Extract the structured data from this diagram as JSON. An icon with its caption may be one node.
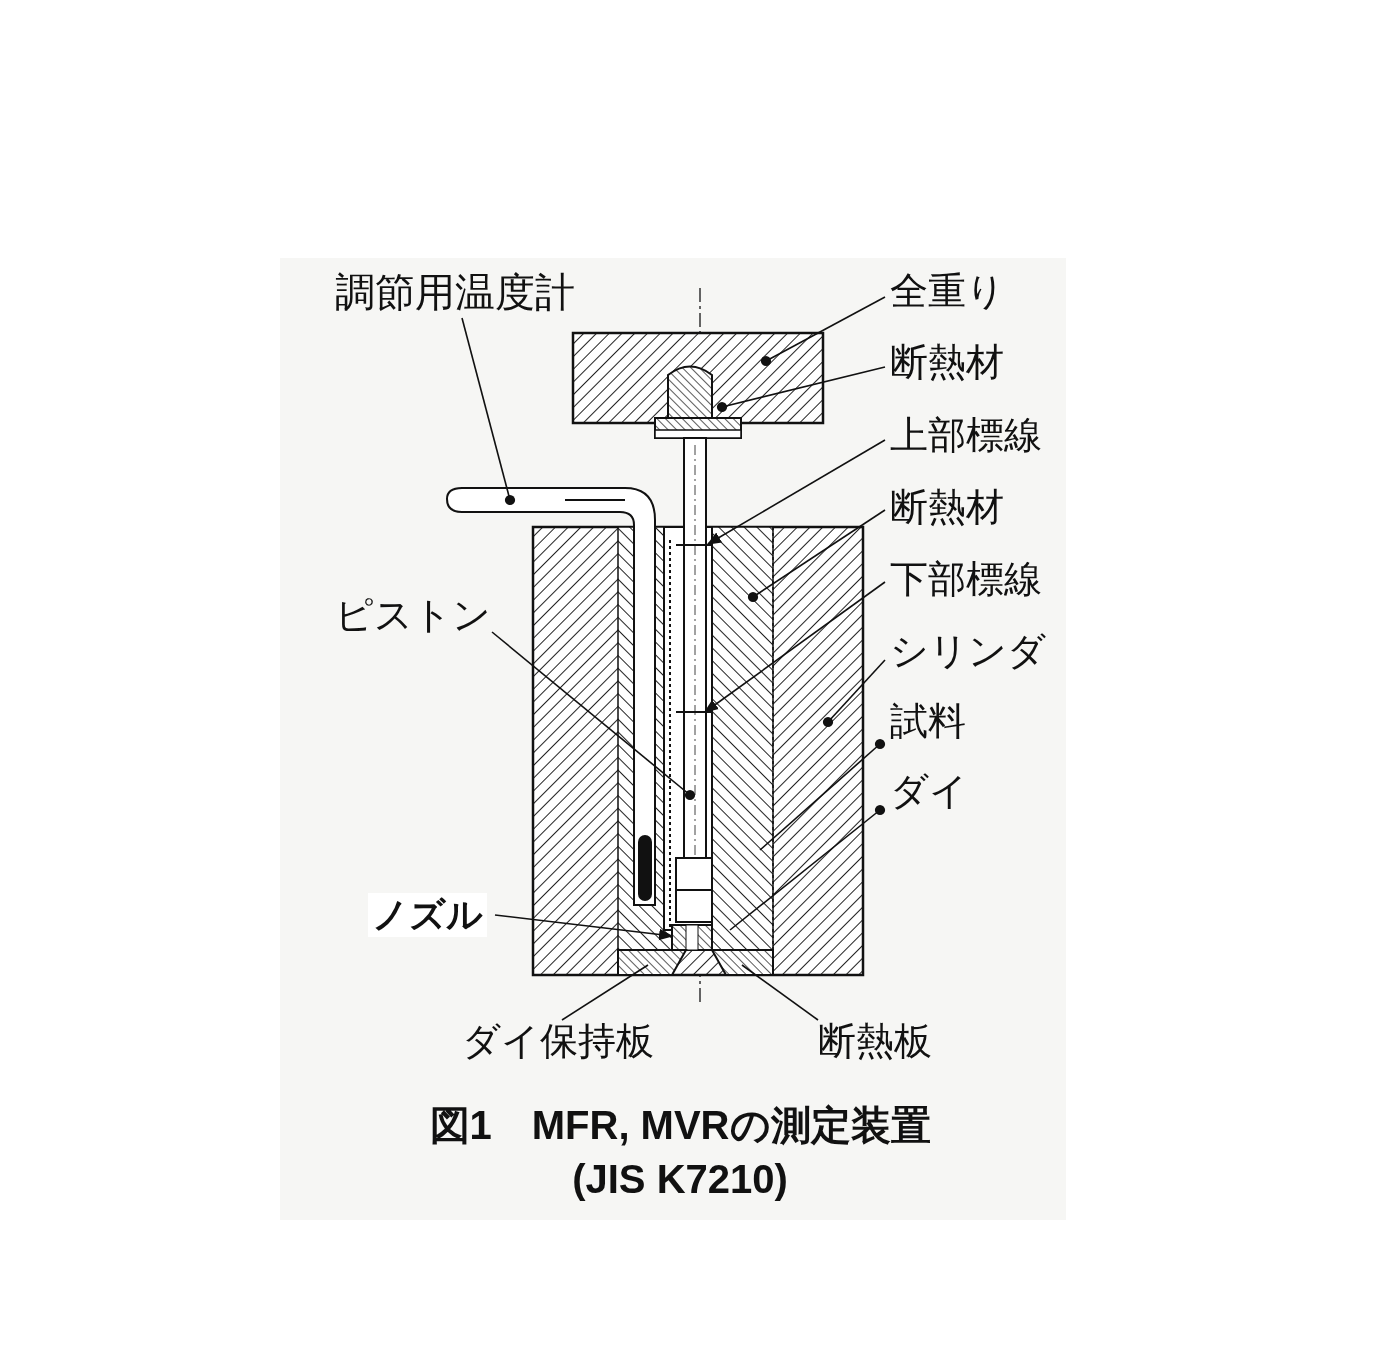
{
  "diagram": {
    "caption": "図1　MFR, MVRの測定装置 (JIS K7210)",
    "nodes": [
      {
        "text": [
          "調節用温度計"
        ]
      },
      {
        "text": [
          "全重り"
        ]
      },
      {
        "text": [
          "断熱材"
        ]
      },
      {
        "text": [
          "上部標線"
        ]
      },
      {
        "text": [
          "断熱材"
        ]
      },
      {
        "text": [
          "下部標線"
        ]
      },
      {
        "text": [
          "シリンダ"
        ]
      },
      {
        "text": [
          "試料"
        ]
      },
      {
        "text": [
          "ダイ"
        ]
      },
      {
        "text": [
          "ピストン"
        ]
      },
      {
        "text": [
          "ノズル"
        ]
      },
      {
        "text": [
          "ダイ保持板"
        ]
      },
      {
        "text": [
          "断熱板"
        ]
      }
    ],
    "edges": [
      {
        "from": 0,
        "to": null,
        "arrow": "other"
      },
      {
        "from": 1,
        "to": null,
        "arrow": "other"
      },
      {
        "from": 2,
        "to": null,
        "arrow": "other"
      },
      {
        "from": 3,
        "to": null,
        "arrow": "to"
      },
      {
        "from": 4,
        "to": null,
        "arrow": "other"
      },
      {
        "from": 5,
        "to": null,
        "arrow": "to"
      },
      {
        "from": 6,
        "to": null,
        "arrow": "other"
      },
      {
        "from": null,
        "to": 7,
        "arrow": "other"
      },
      {
        "from": null,
        "to": 8,
        "arrow": "other"
      },
      {
        "from": 9,
        "to": null,
        "arrow": "other"
      },
      {
        "from": 10,
        "to": null,
        "arrow": "to"
      },
      {
        "from": 11,
        "to": null,
        "arrow": "none"
      },
      {
        "from": 12,
        "to": null,
        "arrow": "none"
      }
    ]
  }
}
